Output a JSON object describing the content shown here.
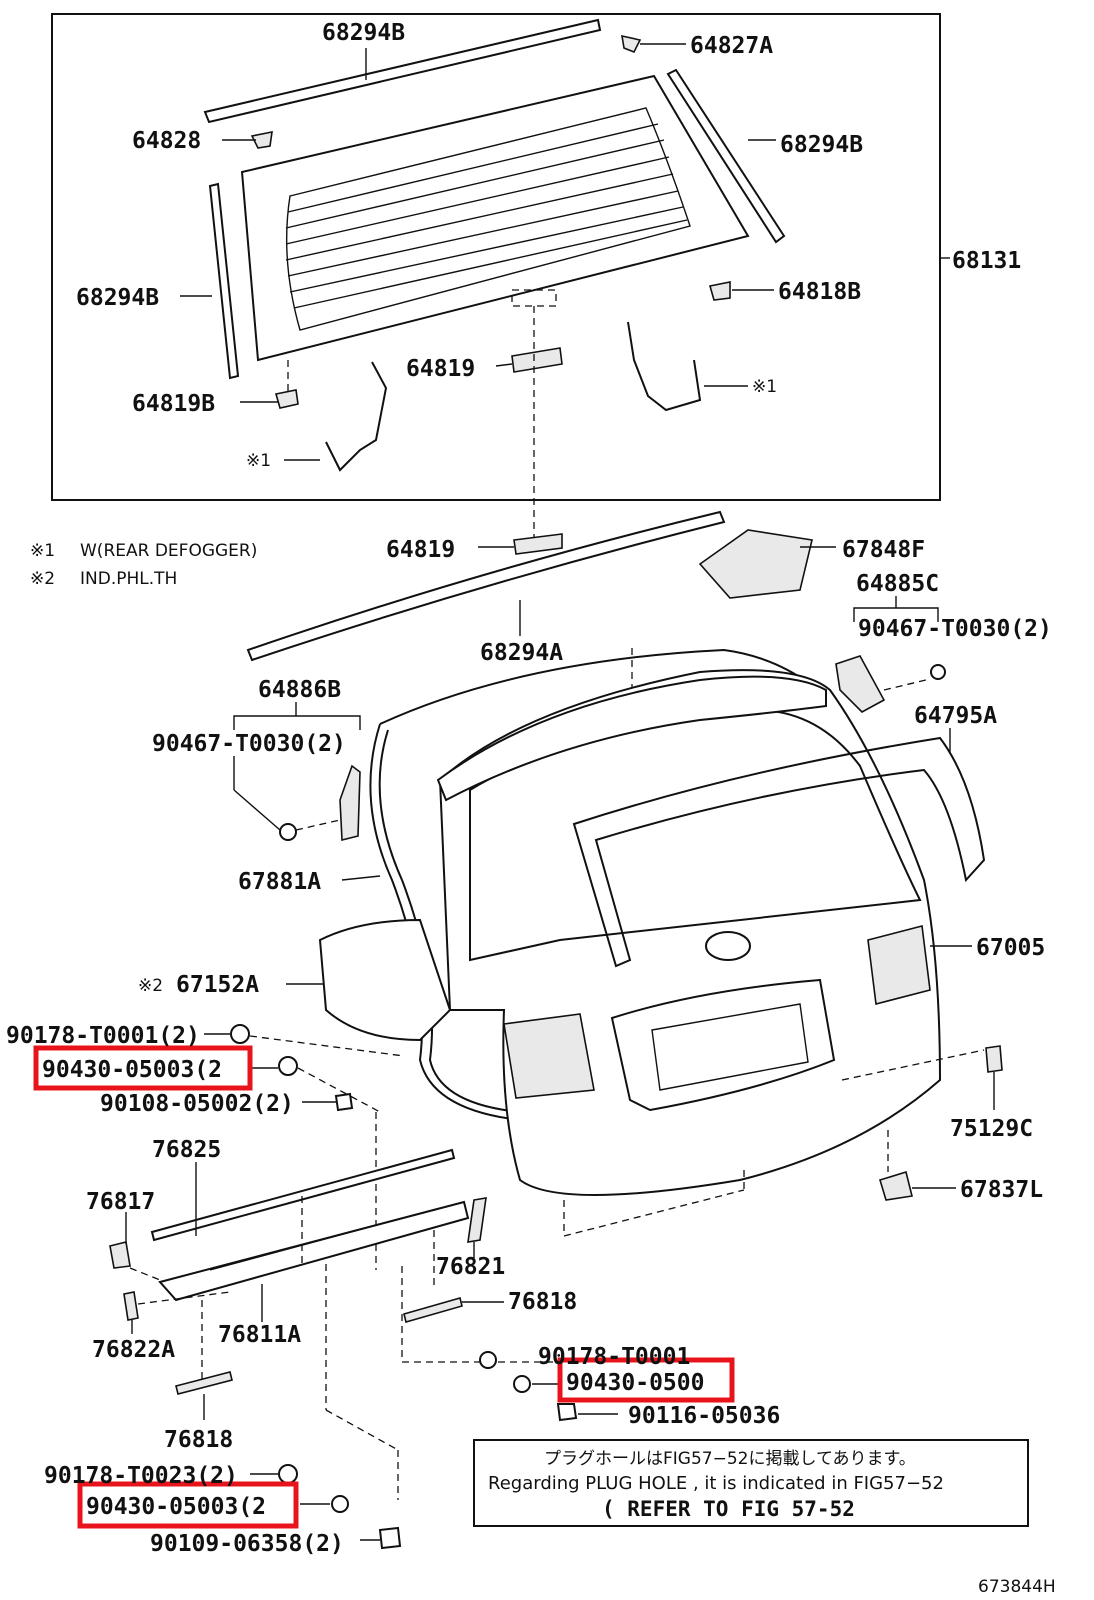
{
  "labels": {
    "l_68294B_top": "68294B",
    "l_64827A": "64827A",
    "l_64828": "64828",
    "l_68294B_right": "68294B",
    "l_68131": "68131",
    "l_68294B_left": "68294B",
    "l_64818B": "64818B",
    "l_64819_upper": "64819",
    "l_64819B": "64819B",
    "l_note1_right": "※1",
    "l_note1_left": "※1",
    "l_64819_lower": "64819",
    "l_67848F": "67848F",
    "l_64885C": "64885C",
    "l_90467_right": "90467-T0030(2)",
    "l_68294A": "68294A",
    "l_64886B": "64886B",
    "l_90467_left": "90467-T0030(2)",
    "l_64795A": "64795A",
    "l_67881A": "67881A",
    "l_67005": "67005",
    "l_67152A_mark": "※2",
    "l_67152A": "67152A",
    "l_90178_T0001_2": "90178-T0001(2)",
    "l_90430_1": "90430-05003(2",
    "l_90108": "90108-05002(2)",
    "l_75129C": "75129C",
    "l_76825": "76825",
    "l_67837L": "67837L",
    "l_76817": "76817",
    "l_76821": "76821",
    "l_76818_right": "76818",
    "l_76822A": "76822A",
    "l_76811A": "76811A",
    "l_90178_T0001": "90178-T0001",
    "l_90430_2": "90430-0500",
    "l_90116": "90116-05036",
    "l_76818_left": "76818",
    "l_90178_T0023": "90178-T0023(2)",
    "l_90430_3": "90430-05003(2",
    "l_90109": "90109-06358(2)",
    "l_figno": "673844H"
  },
  "legend": {
    "n1_mark": "※1",
    "n1_text": "W(REAR DEFOGGER)",
    "n2_mark": "※2",
    "n2_text": "IND.PHL.TH"
  },
  "note": {
    "jp": "プラグホールはFIG57−52に掲載してあります。",
    "en": "Regarding  PLUG  HOLE  ,  it  is  indicated  in  FIG57−52",
    "ref": "( REFER TO FIG 57-52"
  },
  "colors": {
    "highlight": "#e8141c",
    "line": "#111111",
    "background": "#ffffff"
  }
}
